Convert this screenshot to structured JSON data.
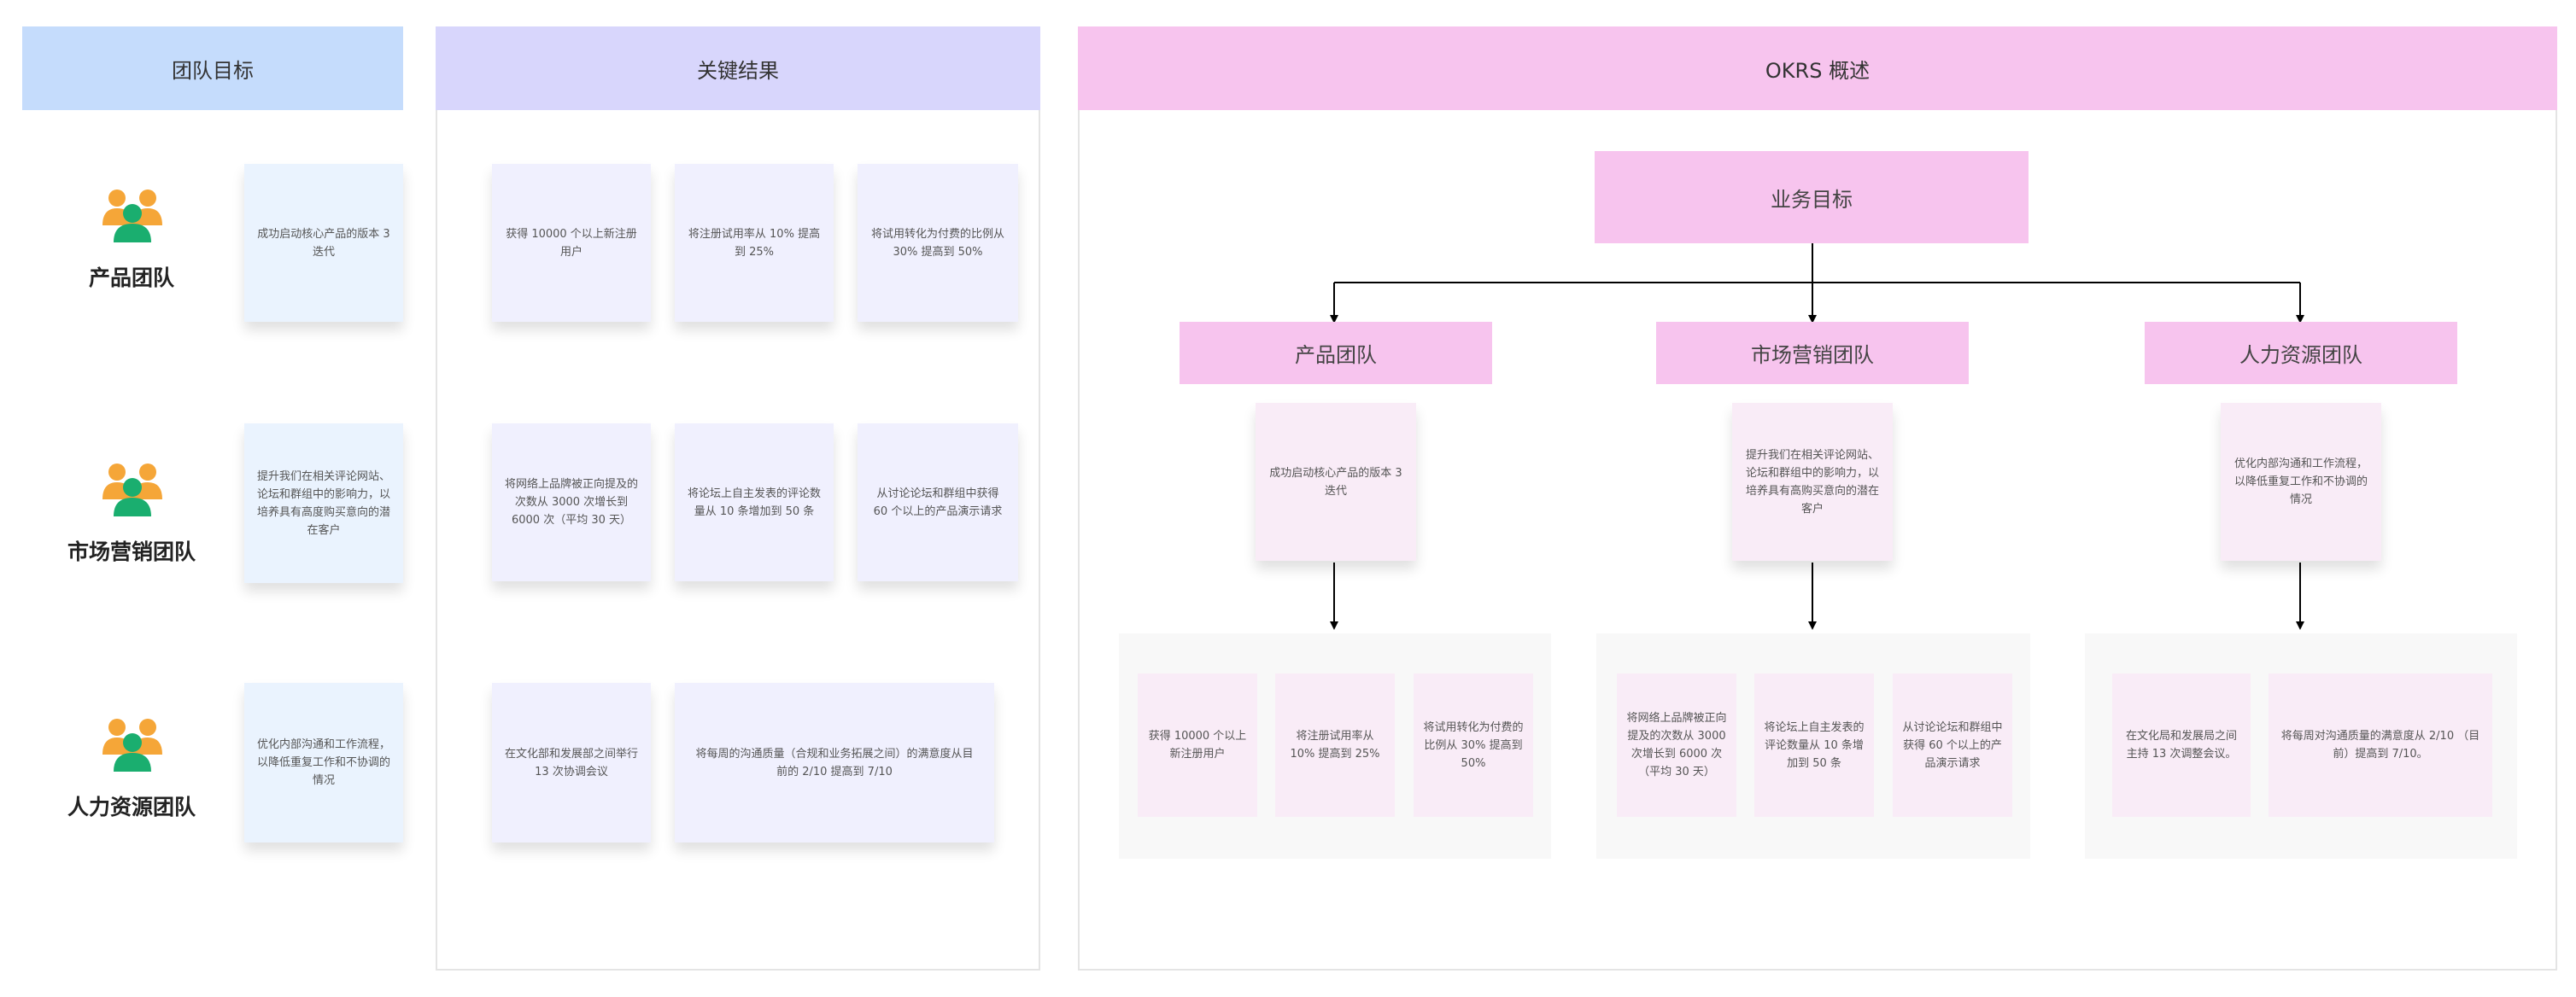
{
  "columns": {
    "team_goals": "团队目标",
    "key_results": "关键结果",
    "okrs_overview": "OKRS 概述"
  },
  "colors": {
    "team_goals_header": "#c5dcfc",
    "key_results_header": "#d8d6fc",
    "okrs_header": "#f7c4ee",
    "icon_orange": "#f5a638",
    "icon_green": "#1aae6f"
  },
  "teams": [
    {
      "name": "产品团队",
      "objective": "成功启动核心产品的版本 3 迭代",
      "icon": "team-people-icon"
    },
    {
      "name": "市场营销团队",
      "objective": "提升我们在相关评论网站、论坛和群组中的影响力，以培养具有高度购买意向的潜在客户",
      "icon": "team-people-icon"
    },
    {
      "name": "人力资源团队",
      "objective": "优化内部沟通和工作流程，以降低重复工作和不协调的情况",
      "icon": "team-people-icon"
    }
  ],
  "key_results": {
    "row1": [
      "获得 10000 个以上新注册用户",
      "将注册试用率从 10% 提高到 25%",
      "将试用转化为付费的比例从 30% 提高到 50%"
    ],
    "row2": [
      "将网络上品牌被正向提及的次数从 3000 次增长到 6000 次（平均 30 天）",
      "将论坛上自主发表的评论数量从 10 条增加到 50 条",
      "从讨论论坛和群组中获得 60 个以上的产品演示请求"
    ],
    "row3": [
      "在文化部和发展部之间举行 13 次协调会议",
      "将每周的沟通质量（合规和业务拓展之间）的满意度从目前的 2/10 提高到 7/10"
    ]
  },
  "okrs": {
    "root": "业务目标",
    "branches": [
      {
        "team": "产品团队",
        "objective": "成功启动核心产品的版本 3 迭代",
        "krs": [
          "获得 10000 个以上新注册用户",
          "将注册试用率从 10% 提高到 25%",
          "将试用转化为付费的比例从 30% 提高到 50%"
        ]
      },
      {
        "team": "市场营销团队",
        "objective": "提升我们在相关评论网站、论坛和群组中的影响力，以培养具有高购买意向的潜在客户",
        "krs": [
          "将网络上品牌被正向提及的次数从 3000 次增长到 6000 次（平均 30 天）",
          "将论坛上自主发表的评论数量从 10 条增加到 50 条",
          "从讨论论坛和群组中获得 60 个以上的产品演示请求"
        ]
      },
      {
        "team": "人力资源团队",
        "objective": "优化内部沟通和工作流程，以降低重复工作和不协调的情况",
        "krs": [
          "在文化局和发展局之间主持 13 次调整会议。",
          "将每周对沟通质量的满意度从 2/10 （目前）提高到 7/10。"
        ]
      }
    ]
  }
}
